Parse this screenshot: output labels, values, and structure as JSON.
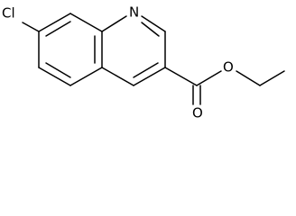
{
  "atoms": {
    "chlorine": "Cl",
    "nitrogen": "N",
    "carbonyl_oxygen": "O",
    "ester_oxygen": "O"
  }
}
